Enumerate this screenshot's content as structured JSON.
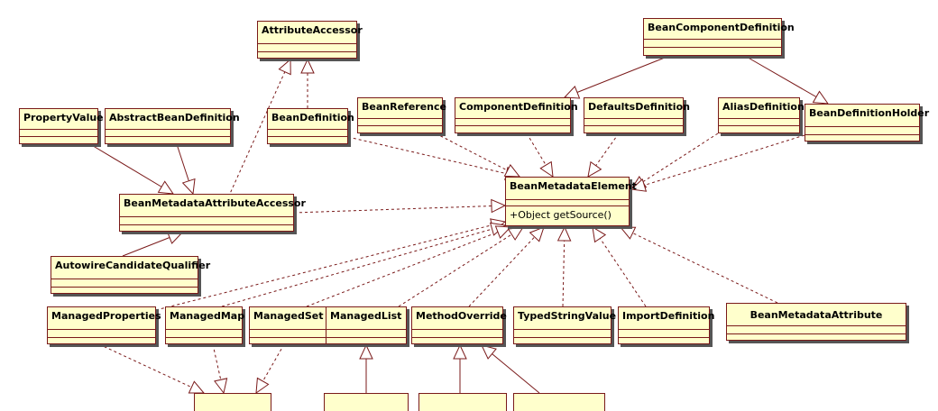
{
  "diagram": {
    "classes": {
      "attribute_accessor": "AttributeAccessor",
      "bean_component_definition": "BeanComponentDefinition",
      "property_value": "PropertyValue",
      "abstract_bean_definition": "AbstractBeanDefinition",
      "bean_definition": "BeanDefinition",
      "bean_reference": "BeanReference",
      "component_definition": "ComponentDefinition",
      "defaults_definition": "DefaultsDefinition",
      "alias_definition": "AliasDefinition",
      "bean_definition_holder": "BeanDefinitionHolder",
      "bean_metadata_attribute_accessor": "BeanMetadataAttributeAccessor",
      "bean_metadata_element": "BeanMetadataElement",
      "autowire_candidate_qualifier": "AutowireCandidateQualifier",
      "managed_properties": "ManagedProperties",
      "managed_map": "ManagedMap",
      "managed_set": "ManagedSet",
      "managed_list": "ManagedList",
      "method_override": "MethodOverride",
      "typed_string_value": "TypedStringValue",
      "import_definition": "ImportDefinition",
      "bean_metadata_attribute": "BeanMetadataAttribute"
    },
    "operations": {
      "get_source": "+Object getSource()"
    },
    "colors": {
      "class_fill": "#ffffcc",
      "class_border": "#7a1a1a",
      "connector": "#7a1a1a",
      "shadow": "#555555"
    }
  }
}
